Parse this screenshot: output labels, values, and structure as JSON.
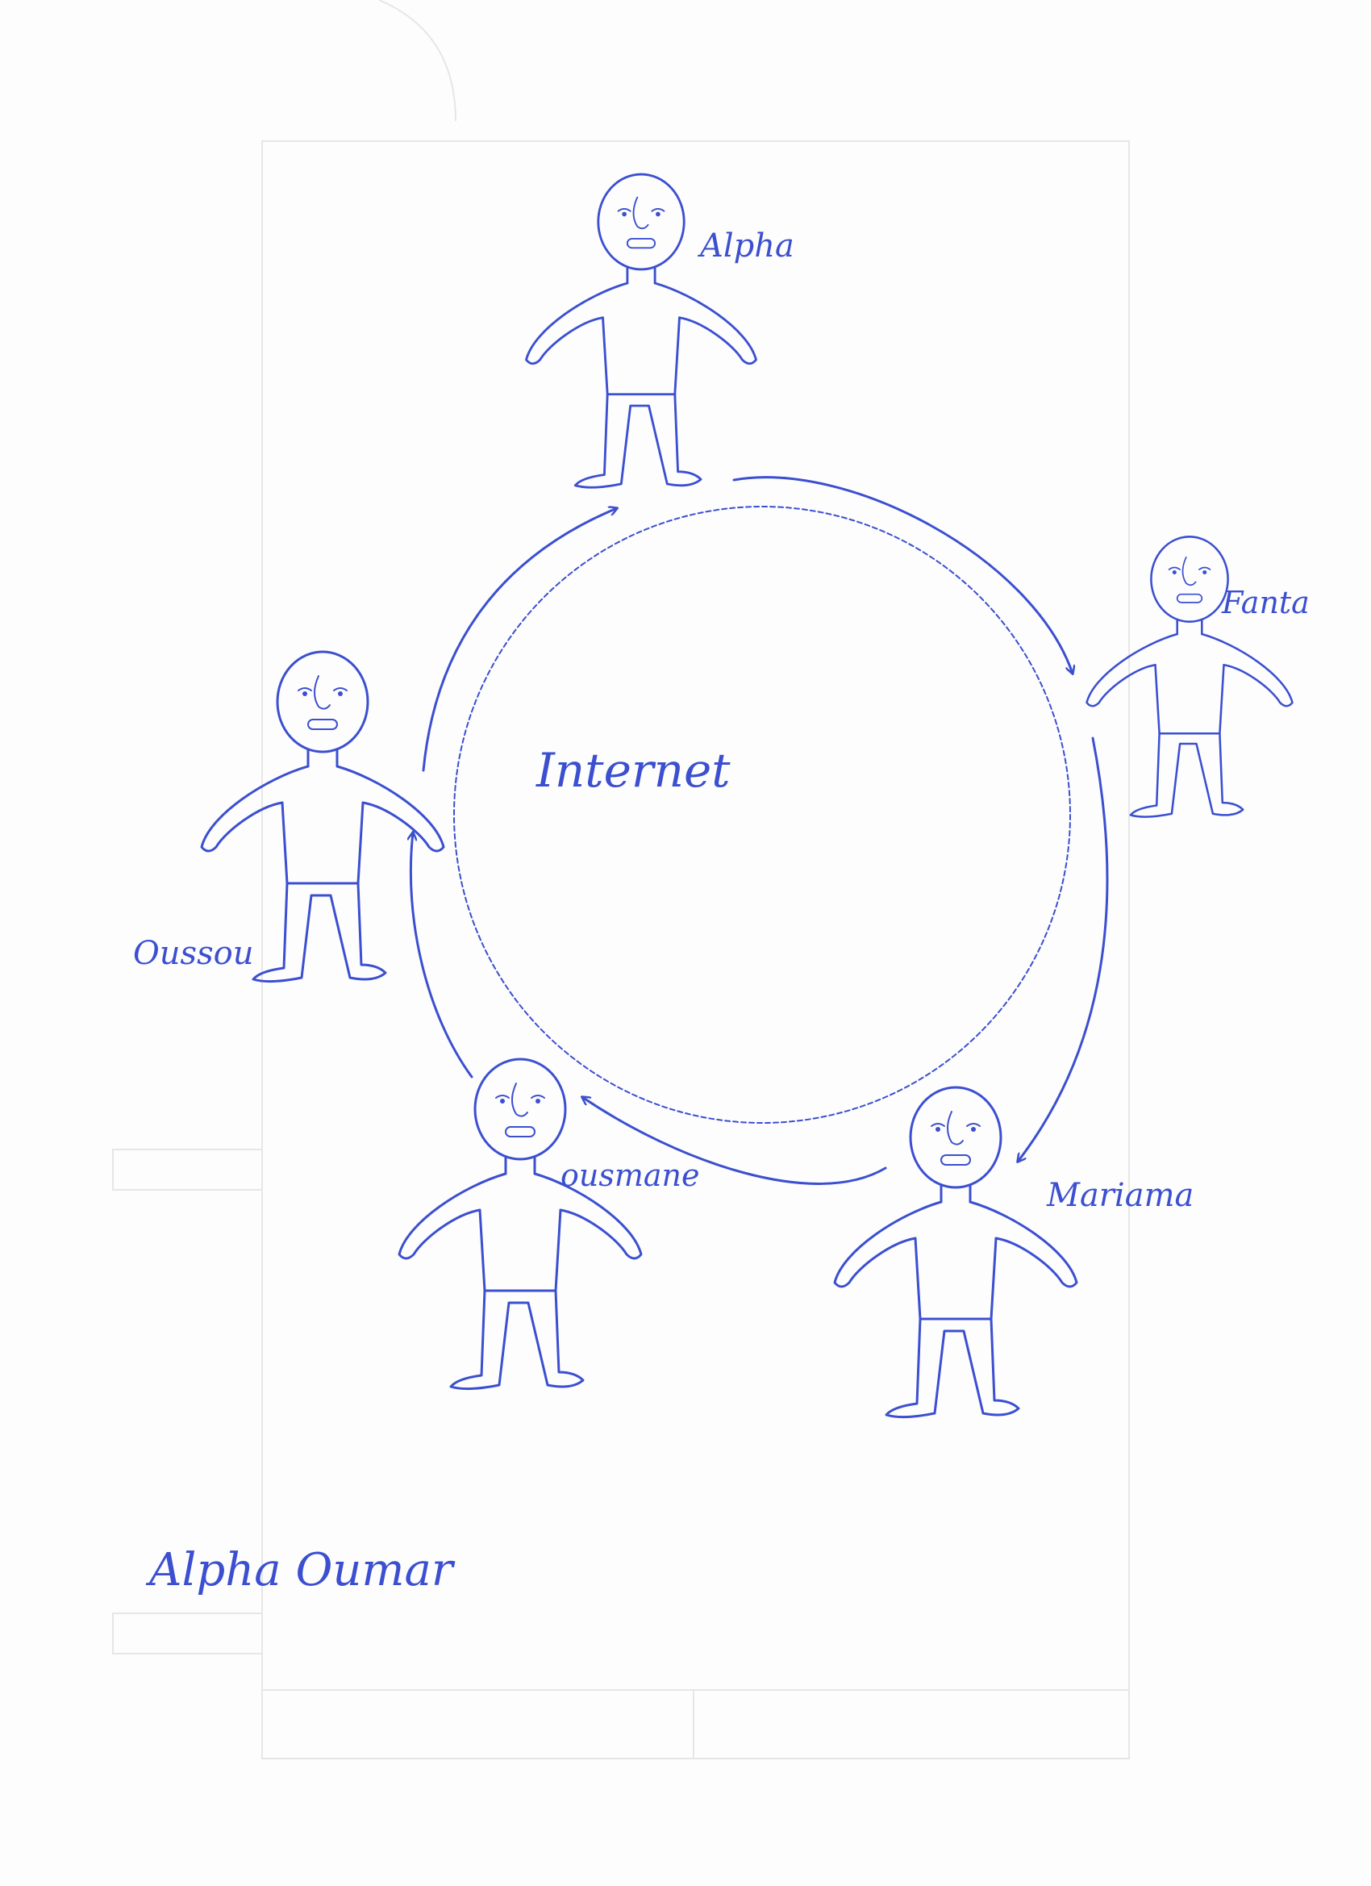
{
  "diagram": {
    "center_label": "Internet",
    "people": [
      {
        "id": "alpha",
        "name": "Alpha"
      },
      {
        "id": "fanta",
        "name": "Fanta"
      },
      {
        "id": "mariama",
        "name": "Mariama"
      },
      {
        "id": "ousmane",
        "name": "ousmane"
      },
      {
        "id": "oussou",
        "name": "Oussou"
      }
    ],
    "flow": [
      "alpha",
      "fanta",
      "mariama",
      "ousmane",
      "oussou",
      "alpha"
    ]
  },
  "signature": "Alpha Oumar",
  "colors": {
    "ink": "#3b4fd0",
    "paper": "#fdfdfd",
    "ghost": "#e6e6e6"
  }
}
